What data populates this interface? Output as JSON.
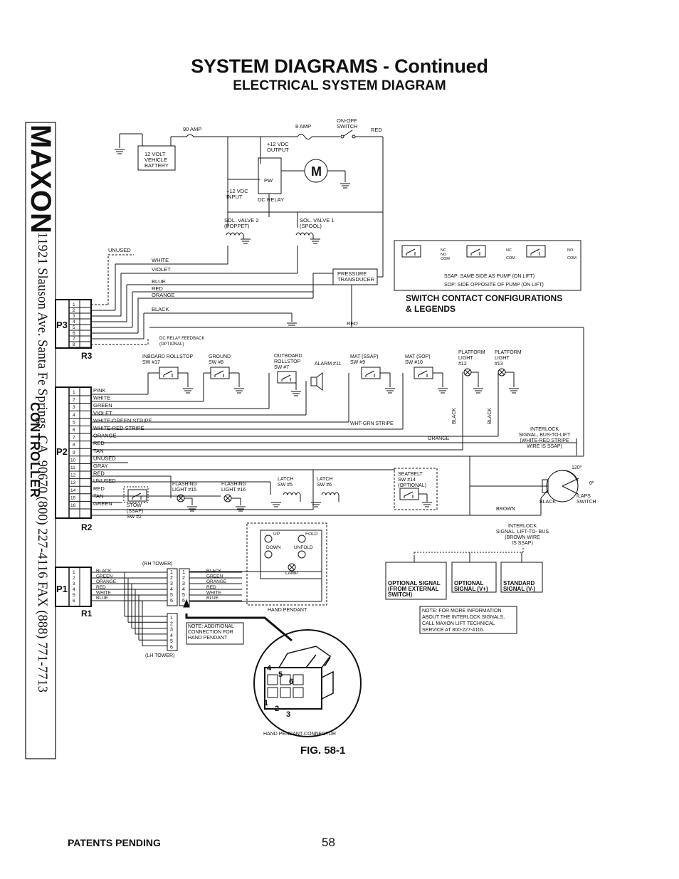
{
  "header": {
    "title": "SYSTEM DIAGRAMS - Continued",
    "subtitle": "ELECTRICAL SYSTEM DIAGRAM"
  },
  "brand": {
    "logo": "MAXON",
    "address": "11921 Slauson Ave.  Santa Fe Springs, CA. 90670  (800) 227-4116  FAX (888) 771-7713",
    "overprint": "CONTROLLER"
  },
  "power": {
    "fuse_main": "90 AMP",
    "fuse_small": "8 AMP",
    "switch": "ON-OFF\nSWITCH",
    "red": "RED",
    "battery": "12 VOLT\nVEHICLE\nBATTERY",
    "output": "+12 VDC\nOUTPUT",
    "input": "+12 VDC\nINPUT",
    "relay": "DC RELAY",
    "pw": "PW",
    "motor": "M",
    "valve2": "SOL. VALVE 2\n(POPPET)",
    "valve1": "SOL. VALVE 1\n(SPOOL)"
  },
  "p3": {
    "label": "P3",
    "rlabel": "R3",
    "pins": [
      "1",
      "2",
      "3",
      "4",
      "5",
      "6",
      "7",
      "8"
    ],
    "unused": "UNUSED",
    "wires": [
      "WHITE",
      "VIOLET",
      "BLUE",
      "RED",
      "ORANGE",
      "BLACK"
    ],
    "pressure": "PRESSURE\nTRANSDUCER",
    "red_line": "RED",
    "relay_feedback": "DC RELAY FEEDBACK\n(OPTIONAL)"
  },
  "legend": {
    "title": "SWITCH CONTACT CONFIGURATIONS\n& LEGENDS",
    "nc": "NC",
    "no": "NO",
    "com": "COM",
    "ssap": "SSAP: SAME SIDE AS PUMP (ON LIFT)",
    "sop": "SOP:   SIDE OPPOSITE OF PUMP (ON LIFT)"
  },
  "p2": {
    "label": "P2",
    "rlabel": "R2",
    "pins": [
      "1",
      "2",
      "3",
      "4",
      "5",
      "6",
      "7",
      "8",
      "9",
      "10",
      "11",
      "12",
      "13",
      "14",
      "15",
      "16"
    ],
    "wires": [
      "PINK",
      "WHITE",
      "GREEN",
      "VIOLET",
      "WHITE-GREEN STRIPE",
      "WHITE-RED STRIPE",
      "ORANGE",
      "RED",
      "TAN",
      "UNUSED",
      "GRAY",
      "RED",
      "UNUSED",
      "RED",
      "TAN",
      "GREEN"
    ],
    "switches": {
      "inboard": "INBOARD ROLLSTOP\nSW #17",
      "ground": "GROUND\nSW #8",
      "outboard": "OUTBOARD\nROLLSTOP\nSW #7",
      "alarm": "ALARM #11",
      "mat_ssap": "MAT (SSAP)\nSW #9",
      "mat_sop": "MAT (SOP)\nSW #10",
      "pl12": "PLATFORM\nLIGHT\n#12",
      "pl13": "PLATFORM\nLIGHT\n#13",
      "flash15": "FLASHING\nLIGHT #15",
      "flash16": "FLASHING\nLIGHT #16",
      "latch5": "LATCH\nSW #5",
      "latch6": "LATCH\nSW #6",
      "seatbelt": "SEATBELT\nSW #14\n(OPTIONAL)",
      "stow": "STOW\n(SSAP)\nSW #2"
    },
    "wht_grn": "WHT-GRN STRIPE",
    "orange": "ORANGE",
    "black": "BLACK",
    "brown": "BROWN",
    "interlock_bus": "INTERLOCK\nSIGNAL, BUS-TO-LIFT\n(WHITE-RED STRIPE\nWIRE IS SSAP)",
    "interlock_lift": "INTERLOCK\nSIGNAL, LIFT-TO- BUS\n(BROWN WIRE\nIS SSAP)",
    "angle_120": "120º",
    "angle_0": "0º",
    "ilaps": "ILAPS\nSWITCH"
  },
  "p1": {
    "label": "P1",
    "rlabel": "R1",
    "pins": [
      "1",
      "2",
      "3",
      "4",
      "5",
      "6"
    ],
    "wires": [
      "BLACK",
      "GREEN",
      "ORANGE",
      "RED",
      "WHITE",
      "BLUE"
    ],
    "rh_tower": "(RH TOWER)",
    "lh_tower": "(LH TOWER)",
    "pendant": "HAND PENDANT",
    "pendant_buttons": [
      "UP",
      "FOLD",
      "DOWN",
      "UNFOLD",
      "LAMP"
    ],
    "note_conn": "NOTE: ADDITIONAL\nCONNECTION FOR\nHAND PENDANT",
    "connector": "HAND PENDANT CONNECTOR",
    "connector_pins": [
      "4",
      "5",
      "6",
      "1",
      "2",
      "3"
    ]
  },
  "signals": {
    "optional_ext": "OPTIONAL SIGNAL\n(FROM EXTERNAL\nSWITCH)",
    "optional_v": "OPTIONAL\nSIGNAL (V+)",
    "standard_v": "STANDARD\nSIGNAL (V-)",
    "note": "NOTE: FOR MORE INFORMATION\nABOUT THE INTERLOCK SIGNALS,\nCALL MAXON LIFT TECHNICAL\nSERVICE AT 800-227-4116."
  },
  "figure": "FIG. 58-1",
  "footer": {
    "patents": "PATENTS PENDING",
    "page": "58"
  }
}
